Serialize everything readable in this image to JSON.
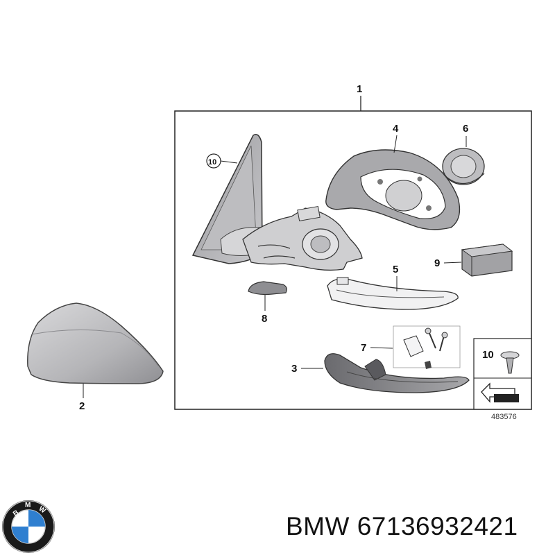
{
  "diagram": {
    "callouts": {
      "c1": "1",
      "c2": "2",
      "c3": "3",
      "c4": "4",
      "c5": "5",
      "c6": "6",
      "c7": "7",
      "c8": "8",
      "c9": "9",
      "c10": "10",
      "c10b": "10"
    },
    "reference_number": "483576"
  },
  "footer": {
    "brand": "BMW",
    "part_number": "67136932421",
    "logo_text": "BMW"
  },
  "colors": {
    "logo_blue": "#2f7fd0",
    "logo_ring": "#1a1a1a",
    "part_gray": "#b9b9bb"
  }
}
